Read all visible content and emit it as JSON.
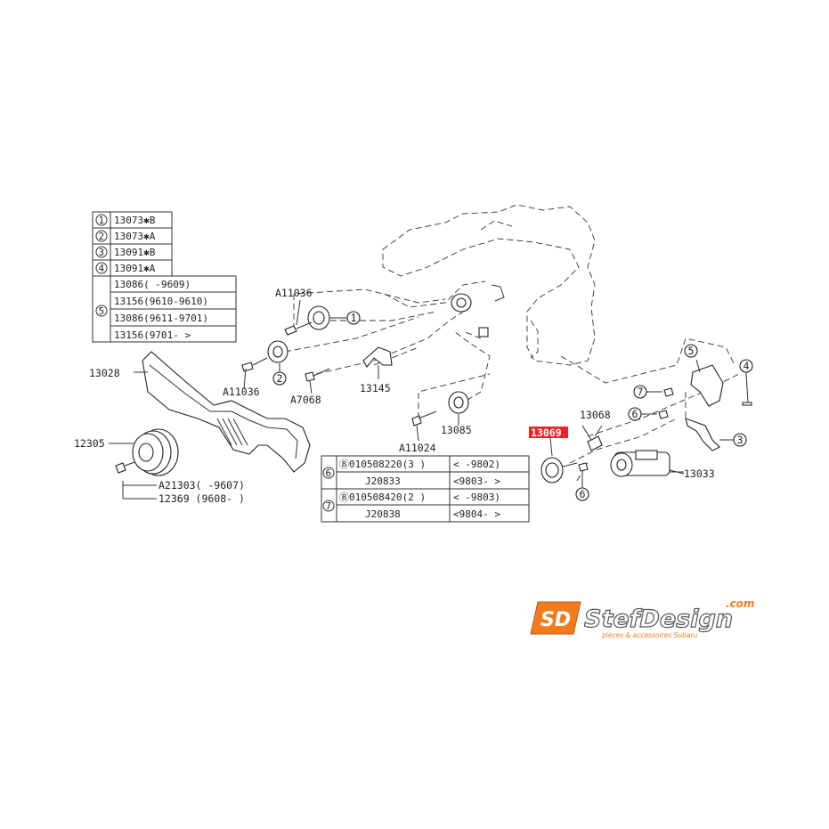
{
  "ref_table_1": {
    "rows": [
      {
        "key": "1",
        "text": "13073✱B"
      },
      {
        "key": "2",
        "text": "13073✱A"
      },
      {
        "key": "3",
        "text": "13091✱B"
      },
      {
        "key": "4",
        "text": "13091✱A"
      }
    ],
    "group_key": "5",
    "group_rows": [
      "13086(    -9609)",
      "13156(9610-9610)",
      "13086(9611-9701)",
      "13156(9701-    >"
    ]
  },
  "ref_table_2": {
    "rows": [
      {
        "key": "6",
        "part_a": "Ⓑ010508220(3 )",
        "date_a": "<    -9802)",
        "part_b": "J20833",
        "date_b": "<9803-    >"
      },
      {
        "key": "7",
        "part_a": "Ⓑ010508420(2 )",
        "date_a": "<    -9803)",
        "part_b": "J20838",
        "date_b": "<9804-    >"
      }
    ]
  },
  "labels": {
    "a11036_top": "A11036",
    "a11036_mid": "A11036",
    "p13028": "13028",
    "p12305": "12305",
    "a21303": "A21303(    -9607)",
    "p12369": "12369 (9608-    )",
    "a7068": "A7068",
    "p13145": "13145",
    "p13085": "13085",
    "a11024": "A11024",
    "p13068": "13068",
    "p13069": "13069",
    "p13033": "13033",
    "c1": "1",
    "c2": "2",
    "c3": "3",
    "c4": "4",
    "c5": "5",
    "c6a": "6",
    "c6b": "6",
    "c7": "7"
  },
  "logo": {
    "mark": "SD",
    "brand": "StefDesign",
    "domain": ".com",
    "tagline": "pièces & accessoires Subaru"
  },
  "colors": {
    "highlight": "#e8242b",
    "logo_orange": "#f47a20",
    "line": "#333333"
  }
}
